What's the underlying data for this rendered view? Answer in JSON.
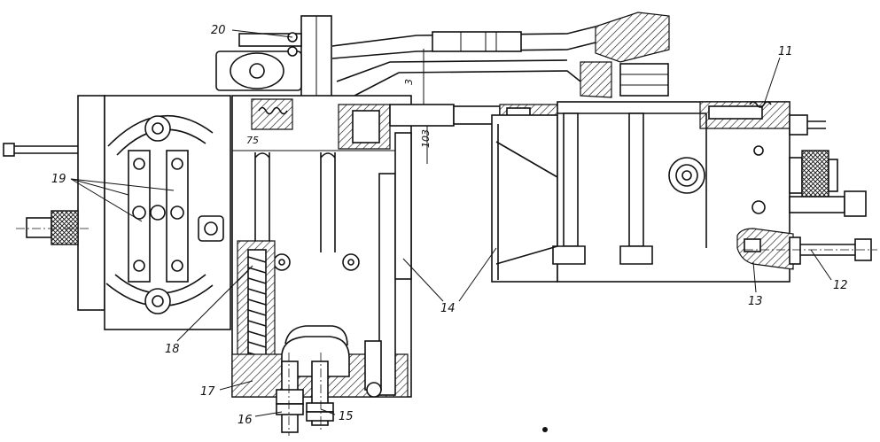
{
  "labels": {
    "l11": "11",
    "l12": "12",
    "l13": "13",
    "l14": "14",
    "l15": "15",
    "l16": "16",
    "l17": "17",
    "l18": "18",
    "l19": "19",
    "l20": "20"
  },
  "dimensions": {
    "d75": "75",
    "d3": "3",
    "d103": "103"
  },
  "colors": {
    "ink": "#111111",
    "paper": "#ffffff"
  }
}
